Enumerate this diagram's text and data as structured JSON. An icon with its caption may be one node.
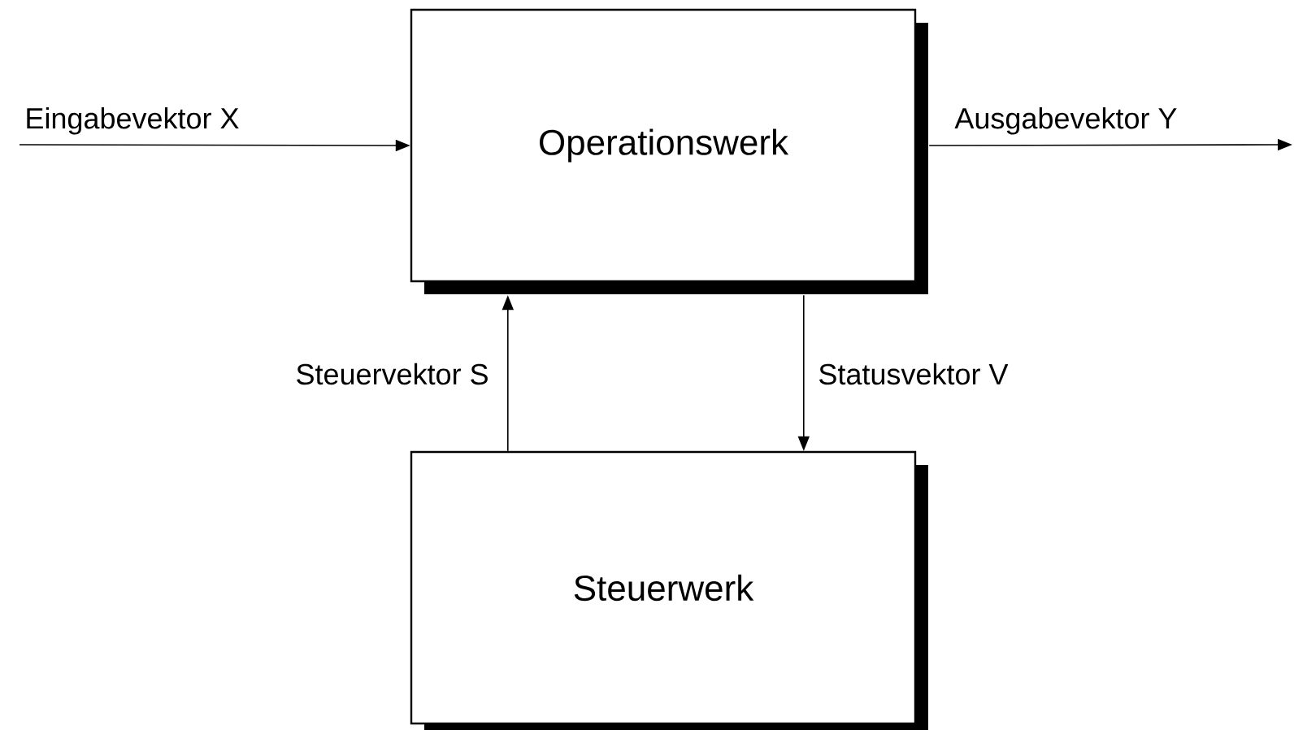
{
  "diagram": {
    "nodes": [
      {
        "text": [
          "Operationswerk"
        ]
      },
      {
        "text": [
          "Steuerwerk"
        ]
      }
    ],
    "edges": [
      {
        "from": null,
        "to": 0,
        "arrow": "to",
        "label": "Eingabevektor X"
      },
      {
        "from": 0,
        "to": null,
        "arrow": "to",
        "label": "Ausgabevektor Y"
      },
      {
        "from": 1,
        "to": 0,
        "arrow": "to",
        "label": "Steuervektor S"
      },
      {
        "from": 0,
        "to": 1,
        "arrow": "to",
        "label": "Statusvektor V"
      }
    ]
  }
}
